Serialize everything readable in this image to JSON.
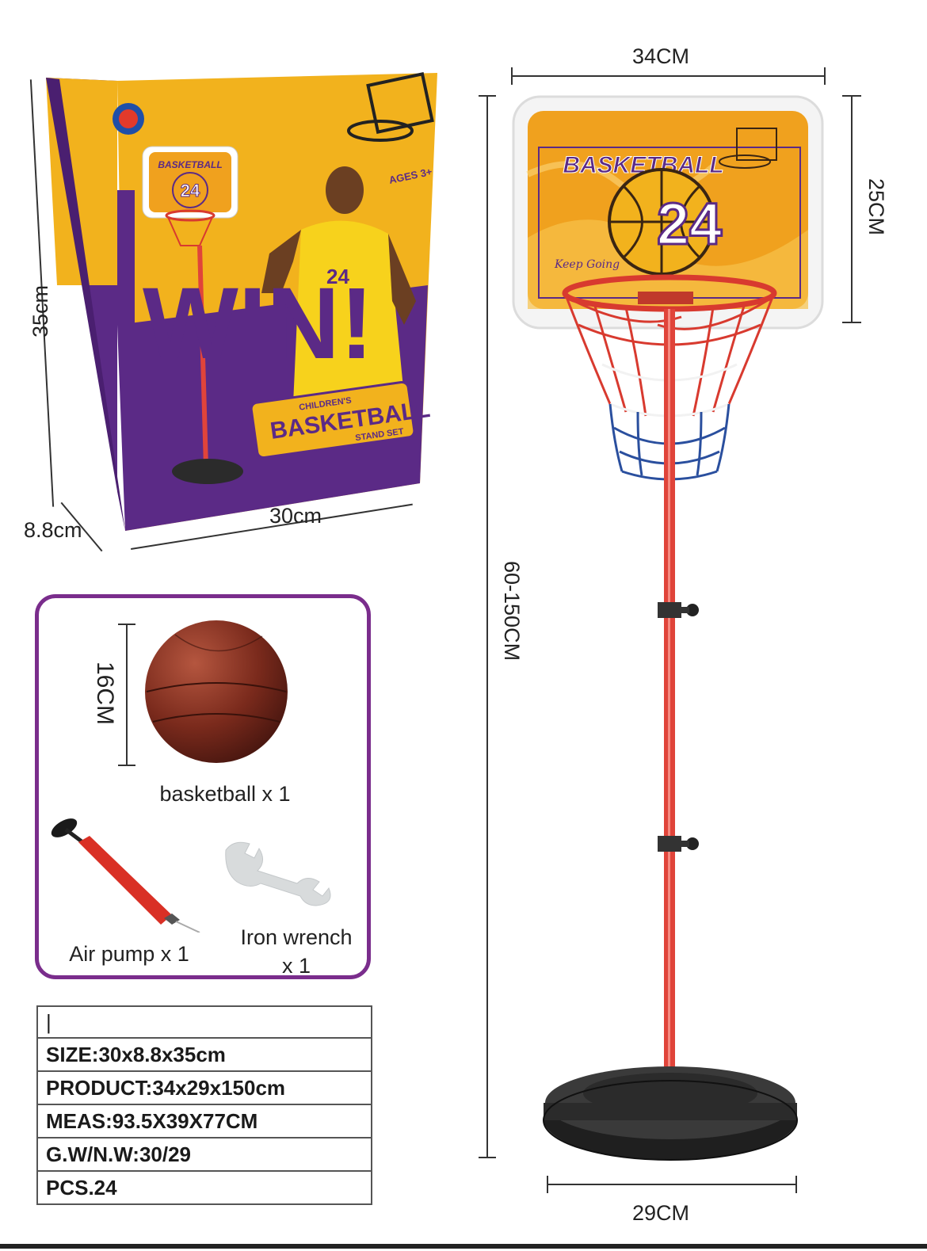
{
  "box": {
    "brand_title": "WIN!",
    "product_line_top": "CHILDREN'S",
    "product_line_main": "BASKETBALL",
    "product_line_bottom": "STAND SET",
    "ages": "AGES 3+",
    "jersey_number": "24",
    "board_text": "BASKETBALL",
    "dimensions": {
      "height": "35cm",
      "depth": "8.8cm",
      "width": "30cm"
    }
  },
  "parts": {
    "ball_dimension": "16CM",
    "ball_label": "basketball x 1",
    "pump_label": "Air pump x 1",
    "wrench_label_line1": "Iron wrench",
    "wrench_label_line2": "x 1"
  },
  "spec_table": {
    "rows": [
      "|",
      "SIZE:30x8.8x35cm",
      "PRODUCT:34x29x150cm",
      "MEAS:93.5X39X77CM",
      "G.W/N.W:30/29",
      "PCS.24"
    ]
  },
  "product": {
    "board_title": "BASKETBALL",
    "board_number": "24",
    "board_script": "Keep Going",
    "dimensions": {
      "board_width": "34CM",
      "board_height": "25CM",
      "total_height": "60-150CM",
      "base_width": "29CM"
    }
  },
  "colors": {
    "box_yellow": "#f2b21d",
    "box_purple": "#5b2a86",
    "frame_purple": "#7a2d8c",
    "pole_red": "#e0443a",
    "net_red": "#d83a2f",
    "net_blue": "#2a4f9e",
    "base_black": "#2b2b2b",
    "board_orange": "#f0a11e"
  }
}
